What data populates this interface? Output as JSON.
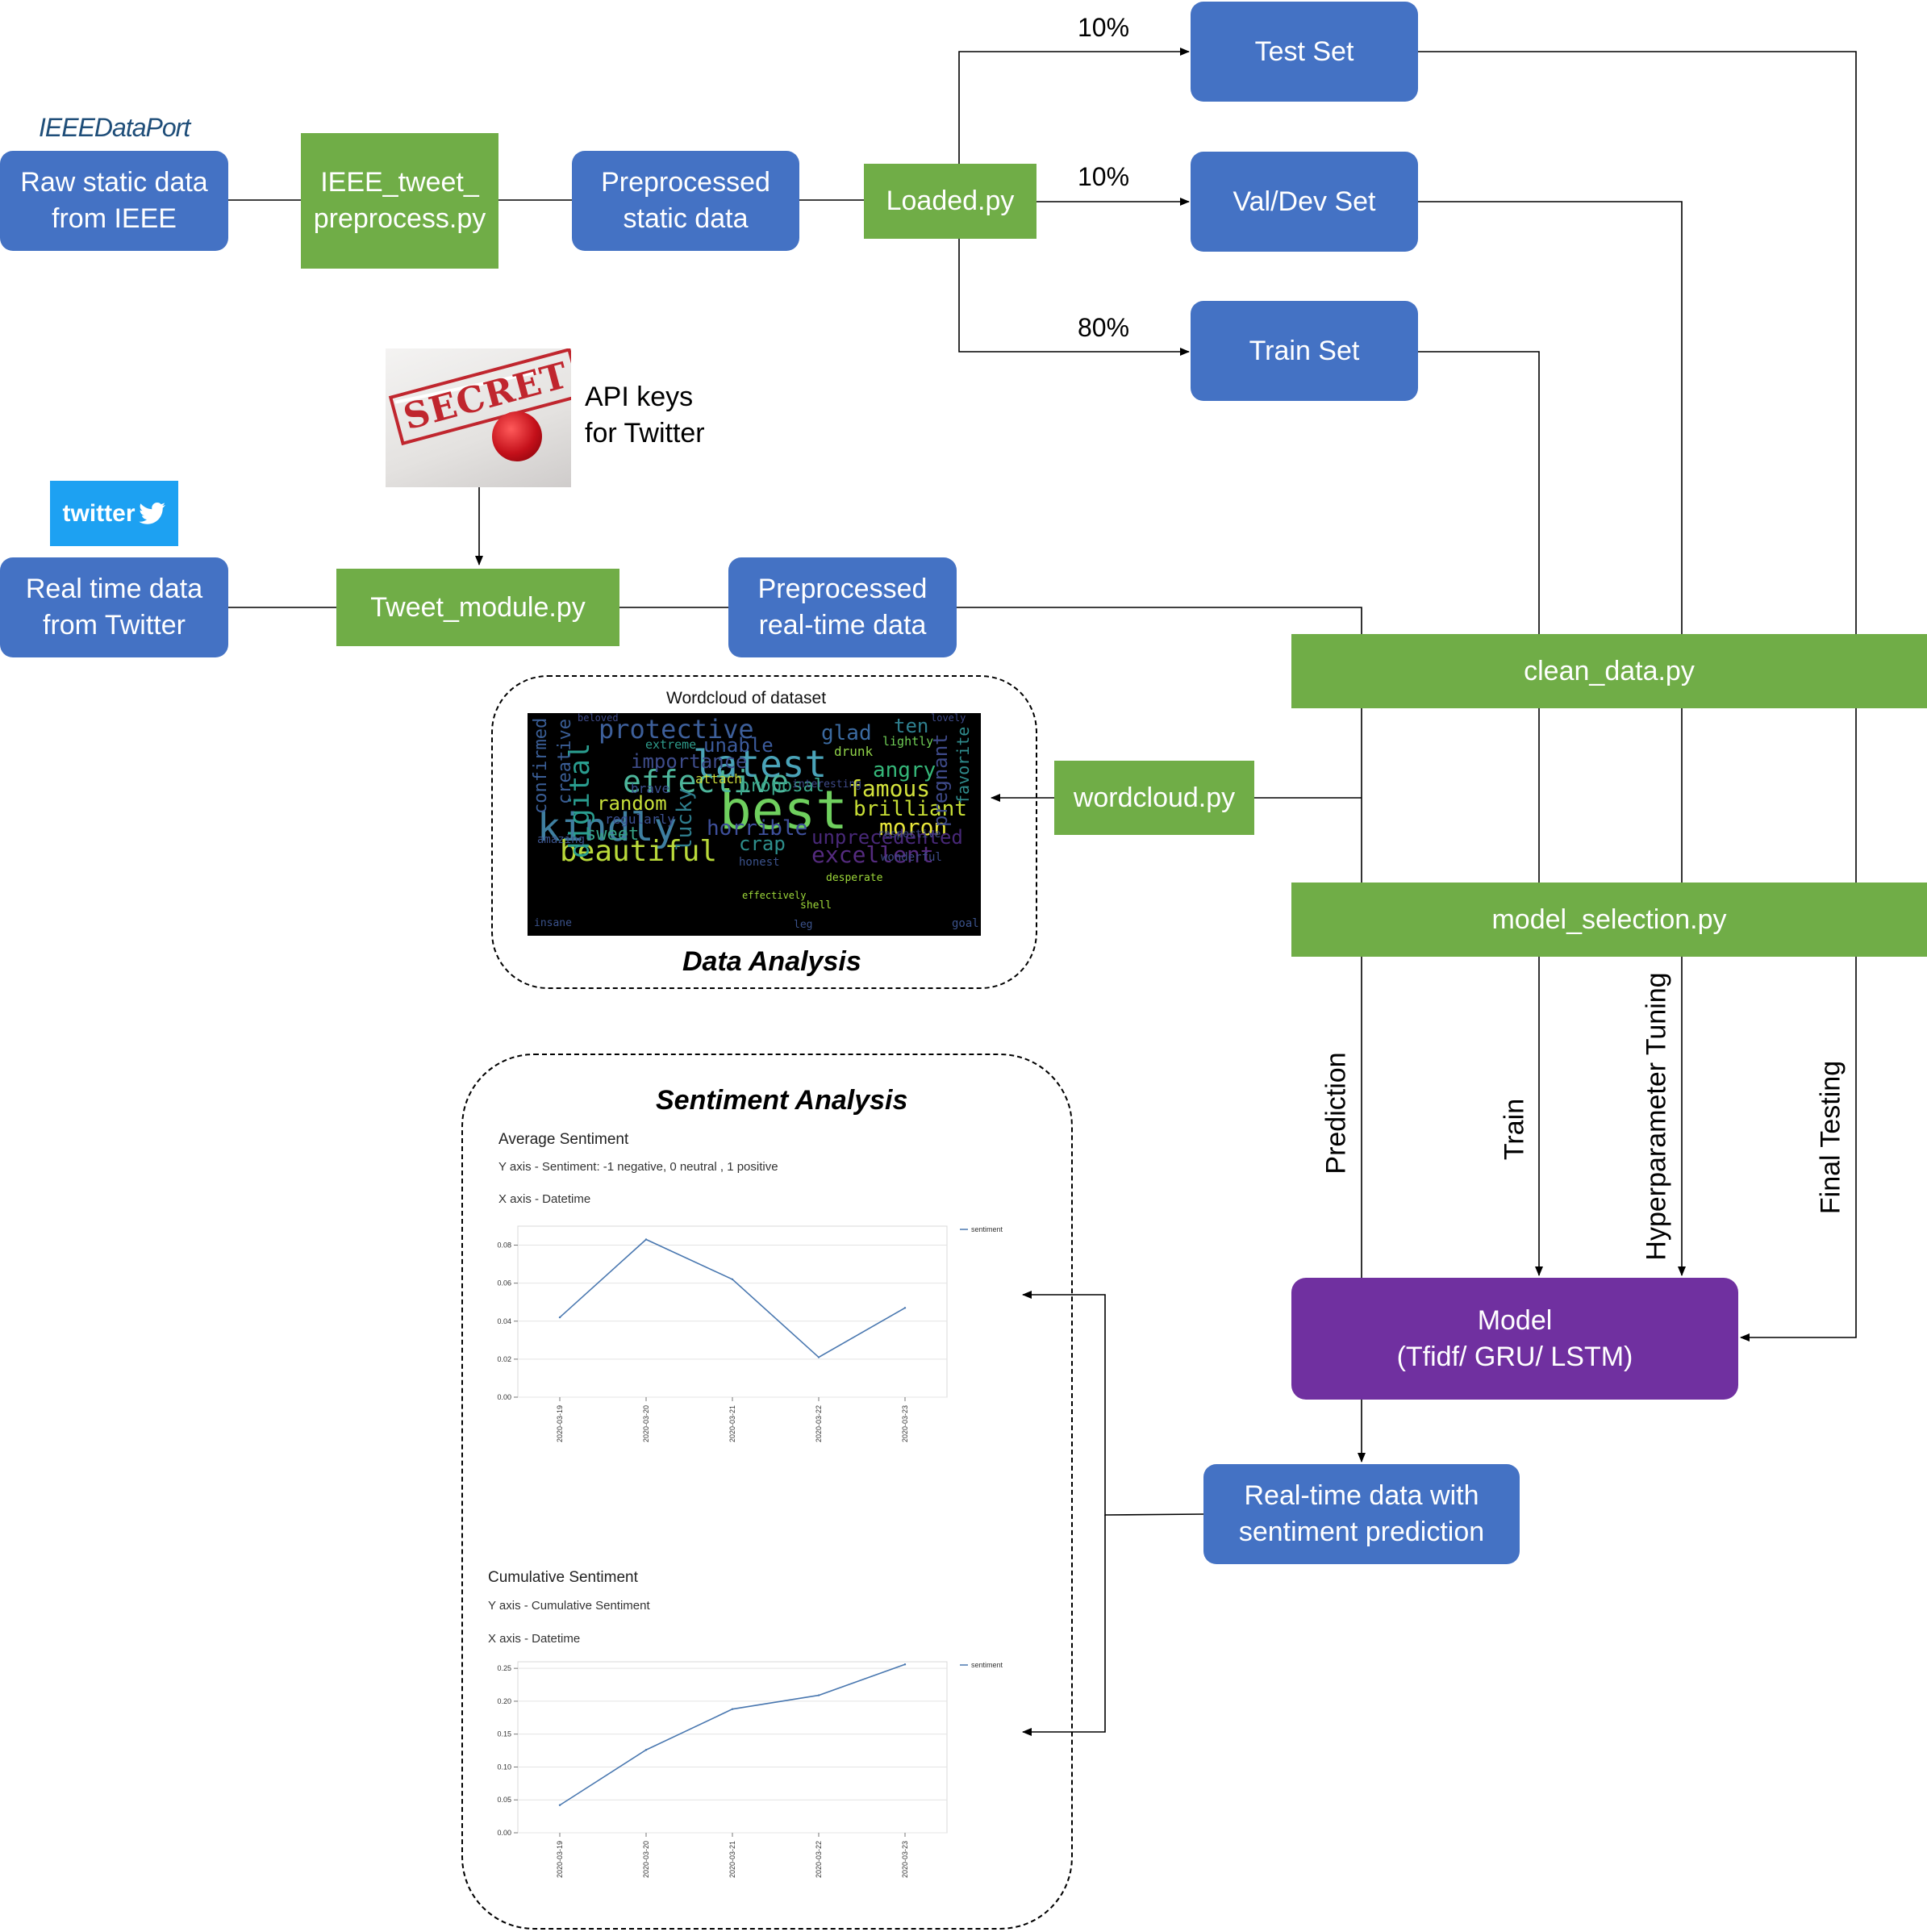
{
  "logos": {
    "ieee": "IEEEDataPort",
    "twitter": "twitter",
    "secret_stamp": "SECRET"
  },
  "nodes": {
    "raw_static": "Raw static data\nfrom IEEE",
    "ieee_preprocess": "IEEE_tweet_\npreprocess.py",
    "preprocessed_static": "Preprocessed\nstatic data",
    "loaded": "Loaded.py",
    "test_set": "Test Set",
    "val_set": "Val/Dev Set",
    "train_set": "Train Set",
    "api_keys": "API keys\nfor Twitter",
    "real_time": "Real time data\nfrom Twitter",
    "tweet_module": "Tweet_module.py",
    "preprocessed_realtime": "Preprocessed\nreal-time data",
    "clean_data": "clean_data.py",
    "wordcloud_py": "wordcloud.py",
    "model_selection": "model_selection.py",
    "model": "Model\n(Tfidf/ GRU/ LSTM)",
    "prediction_output": "Real-time data with\nsentiment prediction"
  },
  "edge_labels": {
    "test_pct": "10%",
    "val_pct": "10%",
    "train_pct": "80%",
    "prediction": "Prediction",
    "train": "Train",
    "hyper": "Hyperparameter Tuning",
    "final_testing": "Final Testing"
  },
  "data_analysis": {
    "wordcloud_title": "Wordcloud of dataset",
    "caption": "Data Analysis",
    "words": [
      {
        "text": "best",
        "color": "#6fcf5e"
      },
      {
        "text": "latest",
        "color": "#4aa3b8"
      },
      {
        "text": "effective",
        "color": "#4db69b"
      },
      {
        "text": "kindly",
        "color": "#3f7fa0"
      },
      {
        "text": "beautiful",
        "color": "#b9d93a"
      },
      {
        "text": "protective",
        "color": "#3d5f9a"
      },
      {
        "text": "digital",
        "color": "#2a9d8f"
      },
      {
        "text": "random",
        "color": "#c8e03a"
      },
      {
        "text": "famous",
        "color": "#d4e23c"
      },
      {
        "text": "brilliant",
        "color": "#c9df35"
      },
      {
        "text": "moron",
        "color": "#e8e63a"
      },
      {
        "text": "horrible",
        "color": "#3e4f9a"
      },
      {
        "text": "excellent",
        "color": "#552b7f"
      },
      {
        "text": "unprecedented",
        "color": "#482878"
      },
      {
        "text": "importance",
        "color": "#3e4c8a"
      },
      {
        "text": "unable",
        "color": "#3b5a9a"
      },
      {
        "text": "glad",
        "color": "#3b6aa0"
      },
      {
        "text": "ten",
        "color": "#2e7f8e"
      },
      {
        "text": "angry",
        "color": "#35b779"
      },
      {
        "text": "proposal",
        "color": "#3aa68a"
      },
      {
        "text": "lucky",
        "color": "#2f7e8e"
      },
      {
        "text": "sweet",
        "color": "#36a286"
      },
      {
        "text": "crap",
        "color": "#2e8f8c"
      },
      {
        "text": "creative",
        "color": "#3a5e96"
      },
      {
        "text": "confirmed",
        "color": "#3a5e96"
      },
      {
        "text": "pregnant",
        "color": "#3e4a89"
      },
      {
        "text": "favorite",
        "color": "#2f8b8c"
      },
      {
        "text": "attach",
        "color": "#c9d83a"
      },
      {
        "text": "brave",
        "color": "#3b4f90"
      },
      {
        "text": "regularly",
        "color": "#3b4f90"
      },
      {
        "text": "extreme",
        "color": "#2e9a8a"
      },
      {
        "text": "drunk",
        "color": "#8fd048"
      },
      {
        "text": "lightly",
        "color": "#6ecc55"
      },
      {
        "text": "beloved",
        "color": "#3e4a89"
      },
      {
        "text": "lovely",
        "color": "#3e4a89"
      },
      {
        "text": "amazing",
        "color": "#3b528b"
      },
      {
        "text": "honest",
        "color": "#3b528b"
      },
      {
        "text": "insane",
        "color": "#3b528b"
      },
      {
        "text": "leg",
        "color": "#3b528b"
      },
      {
        "text": "goal",
        "color": "#3b528b"
      },
      {
        "text": "shell",
        "color": "#9ed93a"
      },
      {
        "text": "effectively",
        "color": "#9ed93a"
      },
      {
        "text": "desperate",
        "color": "#9ed93a"
      },
      {
        "text": "wonderful",
        "color": "#3e4a89"
      },
      {
        "text": "interesting",
        "color": "#3e4a89"
      },
      {
        "text": "respective",
        "color": "#3e4a89"
      }
    ]
  },
  "sentiment_analysis": {
    "caption": "Sentiment Analysis"
  },
  "chart_data": [
    {
      "type": "line",
      "title": "Average Sentiment",
      "subtitle_y": "Y axis - Sentiment: -1 negative, 0 neutral , 1 positive",
      "subtitle_x": "X axis - Datetime",
      "x": [
        "2020-03-19",
        "2020-03-20",
        "2020-03-21",
        "2020-03-22",
        "2020-03-23"
      ],
      "series": [
        {
          "name": "sentiment",
          "values": [
            0.042,
            0.083,
            0.062,
            0.021,
            0.047
          ],
          "color": "#4a78b0"
        }
      ],
      "ylim": [
        0,
        0.09
      ],
      "yticks": [
        "0.00",
        "0.02",
        "0.04",
        "0.06",
        "0.08"
      ],
      "grid": true,
      "legend": "top-right"
    },
    {
      "type": "line",
      "title": "Cumulative Sentiment",
      "subtitle_y": "Y axis - Cumulative Sentiment",
      "subtitle_x": "X axis - Datetime",
      "x": [
        "2020-03-19",
        "2020-03-20",
        "2020-03-21",
        "2020-03-22",
        "2020-03-23"
      ],
      "series": [
        {
          "name": "sentiment",
          "values": [
            0.042,
            0.126,
            0.188,
            0.209,
            0.256
          ],
          "color": "#4a78b0"
        }
      ],
      "ylim": [
        0,
        0.26
      ],
      "yticks": [
        "0.00",
        "0.05",
        "0.10",
        "0.15",
        "0.20",
        "0.25"
      ],
      "grid": true,
      "legend": "top-right"
    }
  ]
}
